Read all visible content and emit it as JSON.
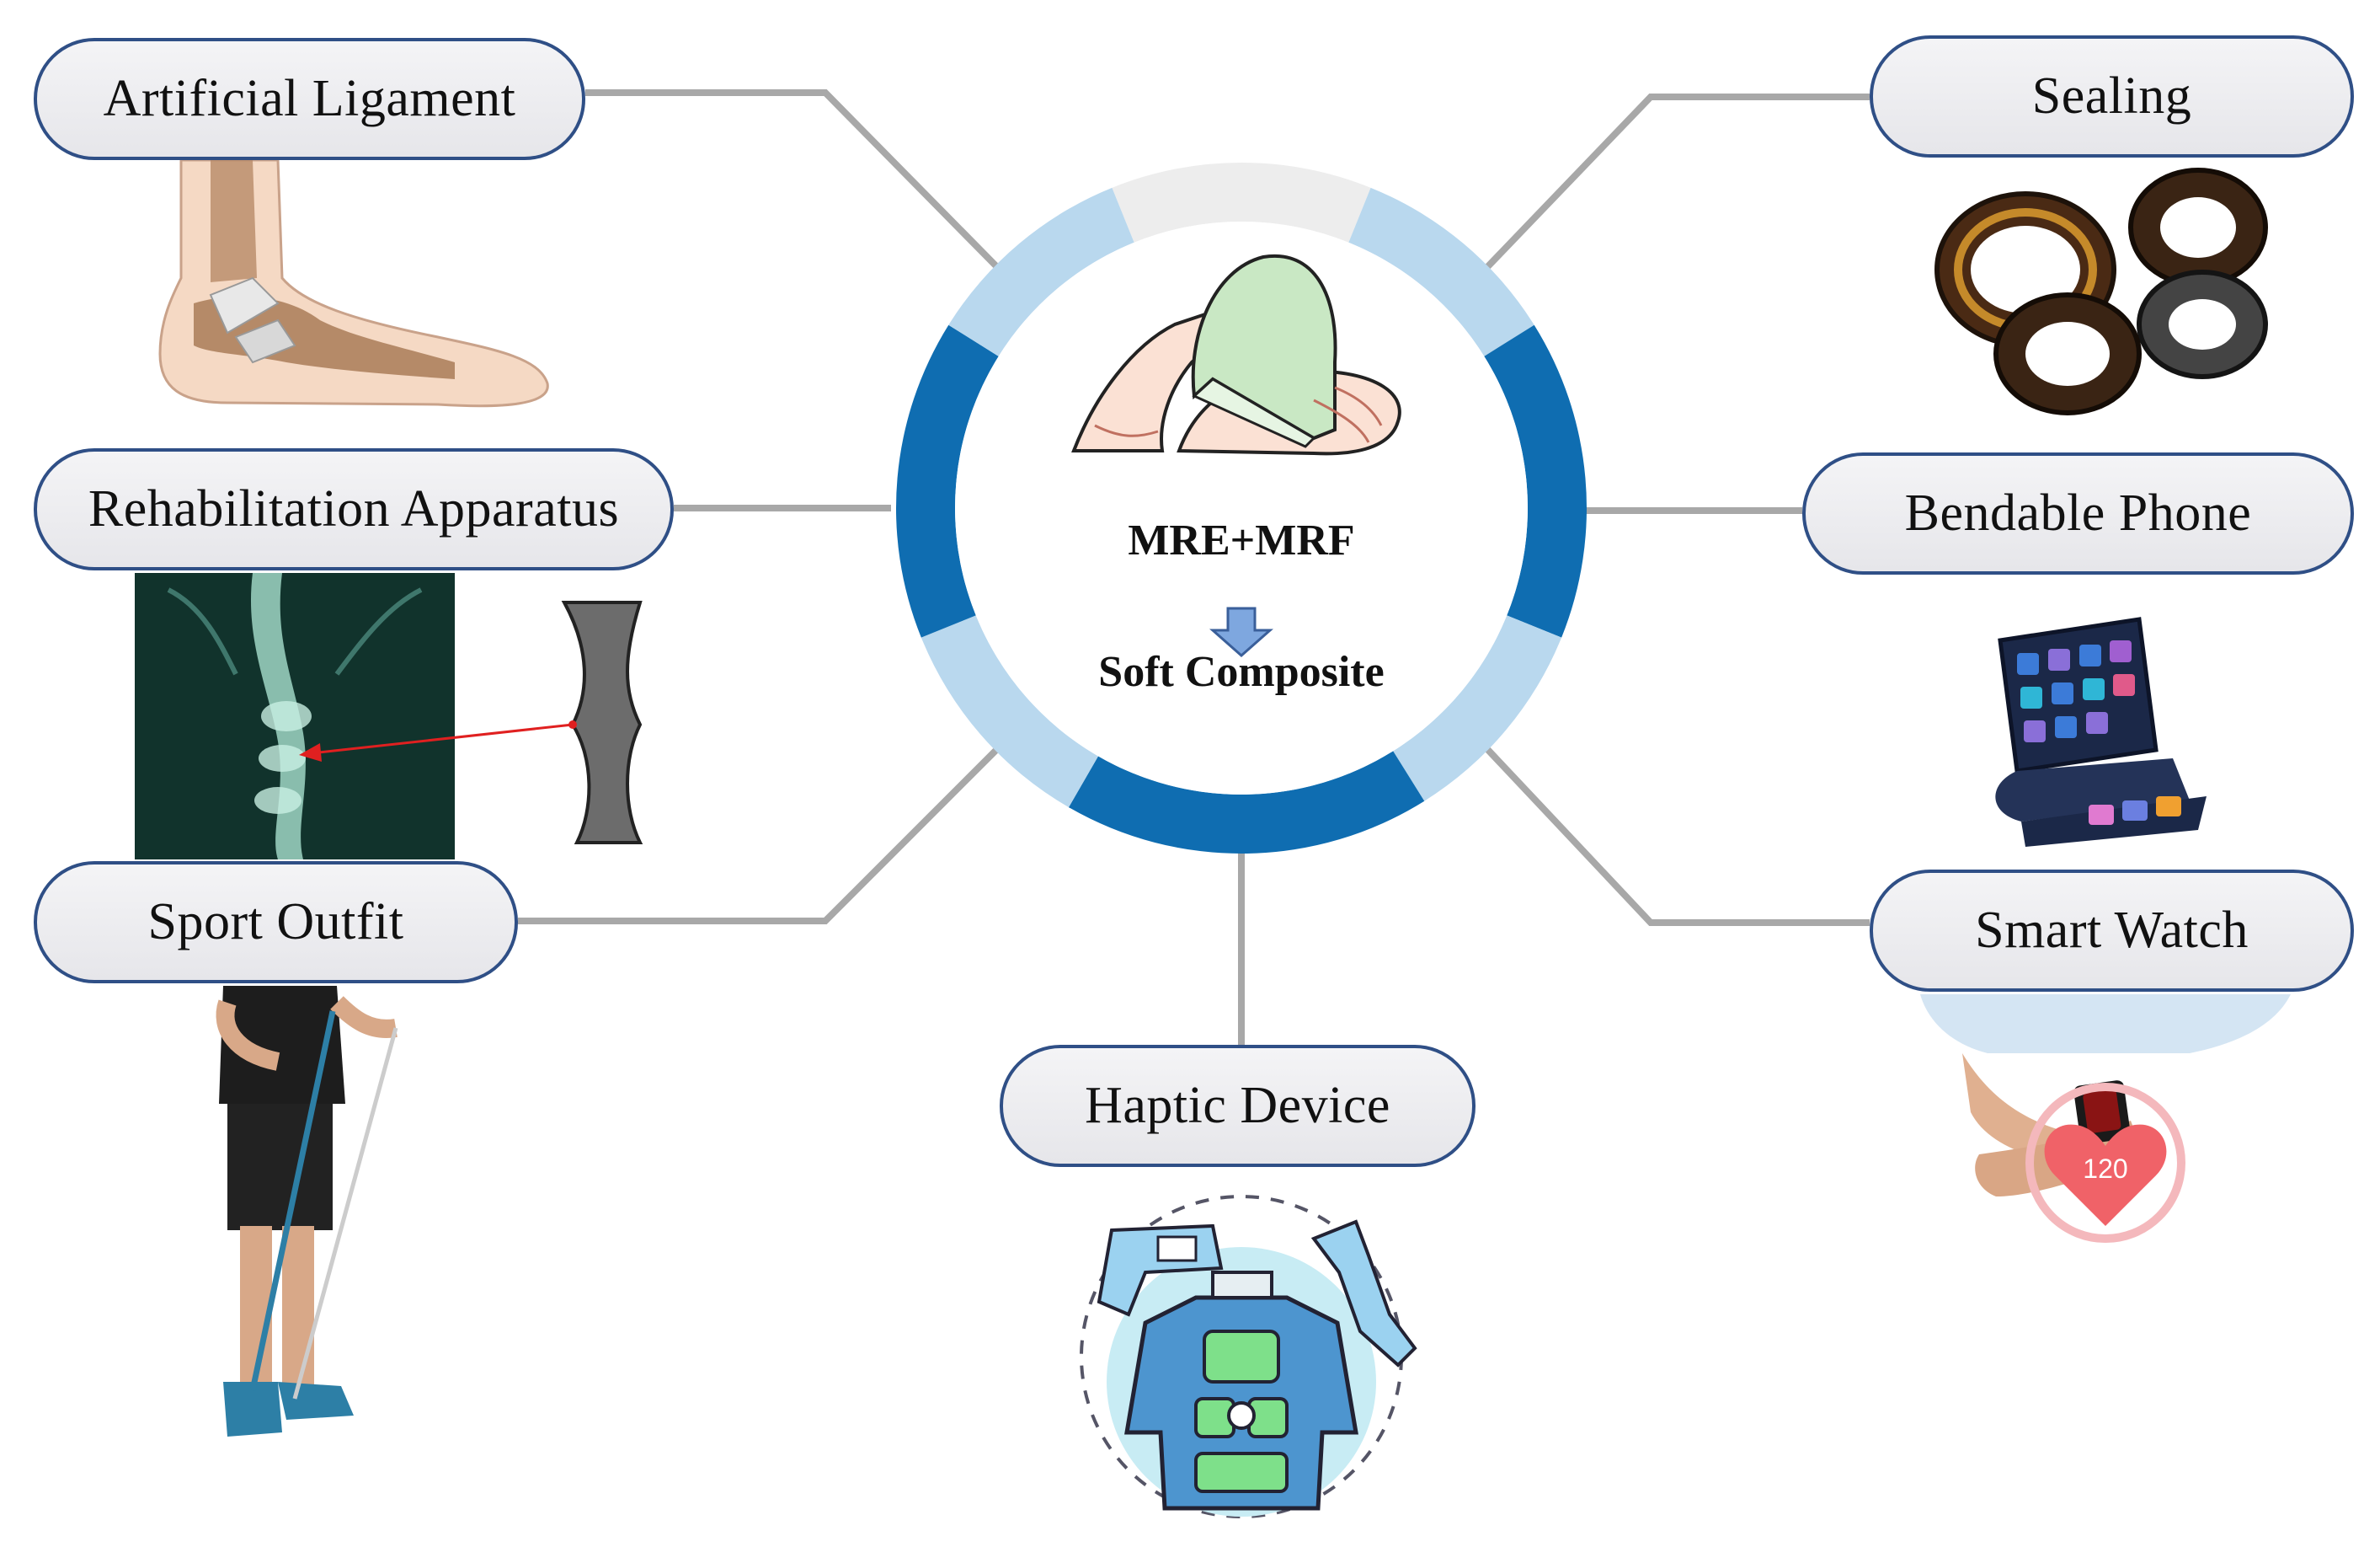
{
  "center": {
    "title": "MRE+MRF",
    "subtitle": "Soft Composite"
  },
  "applications": {
    "artificial_ligament": "Artificial Ligament",
    "rehabilitation_apparatus": "Rehabilitation Apparatus",
    "sport_outfit": "Sport Outfit",
    "haptic_device": "Haptic Device",
    "sealing": "Sealing",
    "bendable_phone": "Bendable Phone",
    "smart_watch": "Smart Watch"
  },
  "watch_reading": "120",
  "colors": {
    "ring_dark": "#0f6db1",
    "ring_light": "#b9d8ee",
    "ring_gap": "#ededed",
    "connector": "#a8a8a8",
    "pill_border": "#2f4f86"
  }
}
